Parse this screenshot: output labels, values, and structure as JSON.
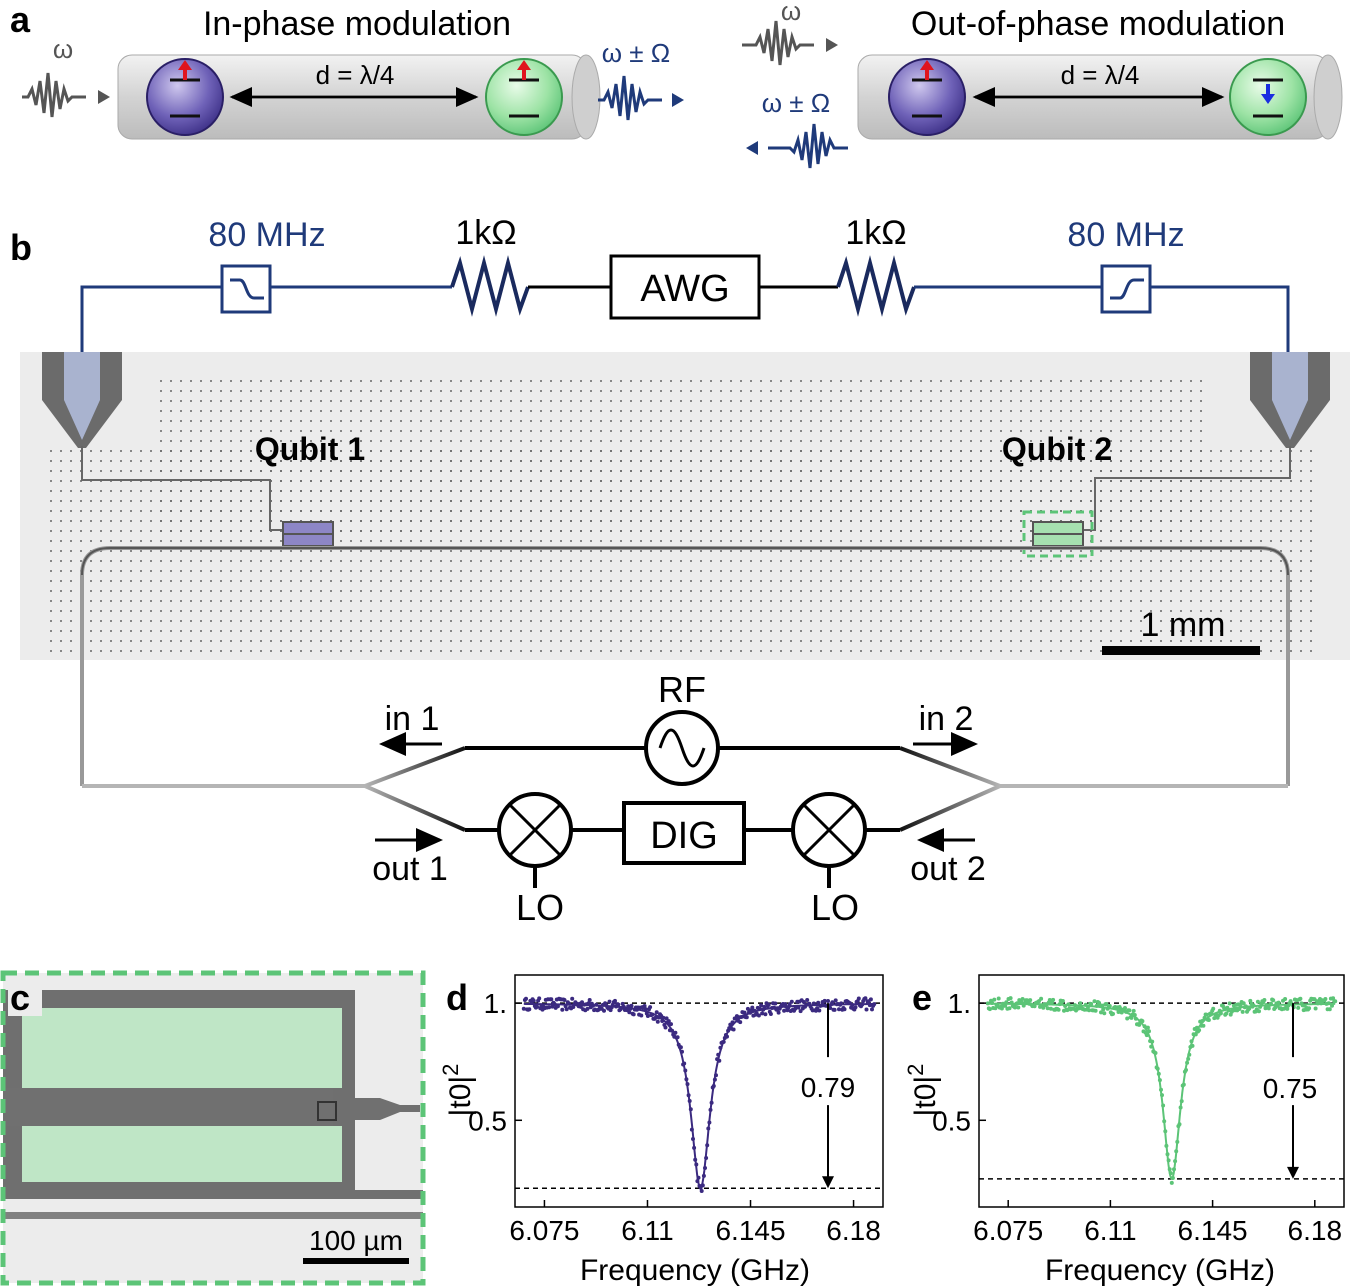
{
  "panels": {
    "a": {
      "letter": "a",
      "inphase": {
        "title": "In-phase modulation",
        "input": "ω",
        "output": "ω ± Ω",
        "distance": "d = λ/4"
      },
      "outphase": {
        "title": "Out-of-phase modulation",
        "input": "ω",
        "output": "ω ± Ω",
        "distance": "d = λ/4"
      }
    },
    "b": {
      "letter": "b",
      "filter_left": "80 MHz",
      "filter_right": "80 MHz",
      "resistor_left": "1kΩ",
      "resistor_right": "1kΩ",
      "awg": "AWG",
      "qubit1": "Qubit 1",
      "qubit2": "Qubit 2",
      "scalebar": "1 mm",
      "rf": "RF",
      "in1": "in 1",
      "in2": "in 2",
      "out1": "out 1",
      "out2": "out 2",
      "dig": "DIG",
      "lo_left": "LO",
      "lo_right": "LO"
    },
    "c": {
      "letter": "c",
      "scalebar": "100 µm"
    },
    "d": {
      "letter": "d",
      "annotation": "0.79"
    },
    "e": {
      "letter": "e",
      "annotation": "0.75"
    }
  },
  "chart_data": [
    {
      "id": "d",
      "type": "scatter",
      "xlabel": "Frequency (GHz)",
      "ylabel": "|t0|2",
      "xlim": [
        6.065,
        6.19
      ],
      "ylim": [
        0.13,
        1.12
      ],
      "xticks": [
        6.075,
        6.11,
        6.145,
        6.18
      ],
      "xtick_labels": [
        "6.075",
        "6.11",
        "6.145",
        "6.18"
      ],
      "yticks": [
        0.5,
        1.0
      ],
      "ytick_labels": [
        "0.5",
        "1."
      ],
      "color": "#3b2a80",
      "resonance": {
        "center": 6.128,
        "depth": 0.79,
        "halfwidth": 0.004
      },
      "reference_lines": [
        1.0,
        0.21
      ]
    },
    {
      "id": "e",
      "type": "scatter",
      "xlabel": "Frequency (GHz)",
      "ylabel": "|t0|2",
      "xlim": [
        6.065,
        6.19
      ],
      "ylim": [
        0.13,
        1.12
      ],
      "xticks": [
        6.075,
        6.11,
        6.145,
        6.18
      ],
      "xtick_labels": [
        "6.075",
        "6.11",
        "6.145",
        "6.18"
      ],
      "yticks": [
        0.5,
        1.0
      ],
      "ytick_labels": [
        "0.5",
        "1."
      ],
      "color": "#5cc477",
      "resonance": {
        "center": 6.131,
        "depth": 0.75,
        "halfwidth": 0.0037
      },
      "reference_lines": [
        1.0,
        0.25
      ]
    }
  ]
}
